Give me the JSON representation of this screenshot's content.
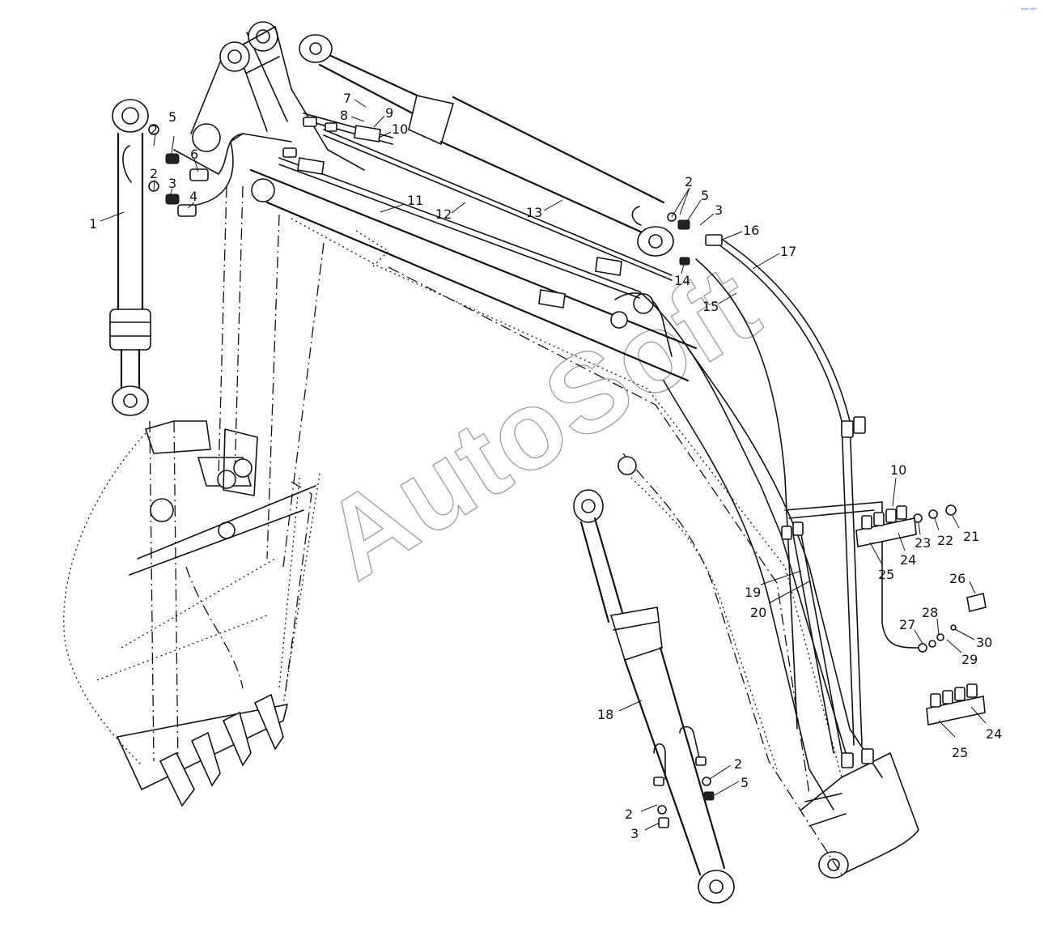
{
  "watermark": "AutoSoft",
  "corner_mark": "ᵃᵘᵗᵒ ˢᵒᶠᵗ",
  "callouts": [
    "1",
    "2",
    "5",
    "2",
    "3",
    "6",
    "4",
    "7",
    "8",
    "9",
    "10",
    "11",
    "12",
    "13",
    "2",
    "5",
    "3",
    "16",
    "17",
    "14",
    "15",
    "10",
    "21",
    "22",
    "23",
    "24",
    "25",
    "19",
    "20",
    "26",
    "28",
    "27",
    "30",
    "29",
    "18",
    "2",
    "5",
    "2",
    "3",
    "25",
    "24"
  ],
  "colors": {
    "line": "#111111",
    "watermark": "#9a9a9a",
    "stamp": "#2a4ed8"
  }
}
